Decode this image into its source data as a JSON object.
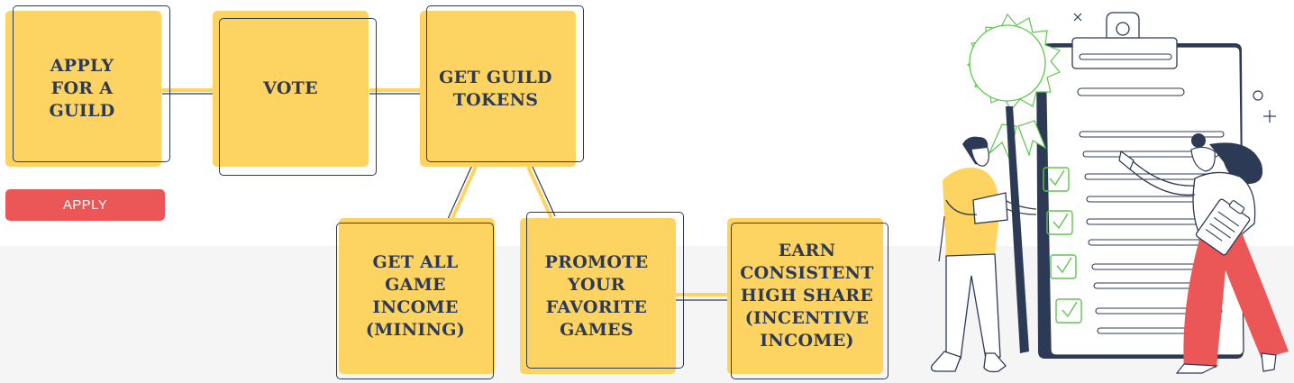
{
  "steps": [
    {
      "id": "apply",
      "label": "APPLY\nFOR A\nGUILD"
    },
    {
      "id": "vote",
      "label": "VOTE"
    },
    {
      "id": "tokens",
      "label": "GET GUILD\nTOKENS"
    },
    {
      "id": "mining",
      "label": "GET ALL\nGAME\nINCOME\n(MINING)"
    },
    {
      "id": "promote",
      "label": "PROMOTE\nYOUR\nFAVORITE\nGAMES"
    },
    {
      "id": "earn",
      "label": "EARN\nCONSISTENT\nHIGH SHARE\n(INCENTIVE\nINCOME)"
    }
  ],
  "apply_button": {
    "label": "APPLY"
  },
  "colors": {
    "step_fill": "#fdd361",
    "outline": "#2d3a55",
    "button": "#eb5757",
    "band": "#f5f5f5",
    "badge_green": "#5cc94b"
  },
  "icons": [
    "award-badge-icon",
    "clipboard-checklist-icon",
    "checkmark-icon",
    "man-figure",
    "woman-figure"
  ]
}
